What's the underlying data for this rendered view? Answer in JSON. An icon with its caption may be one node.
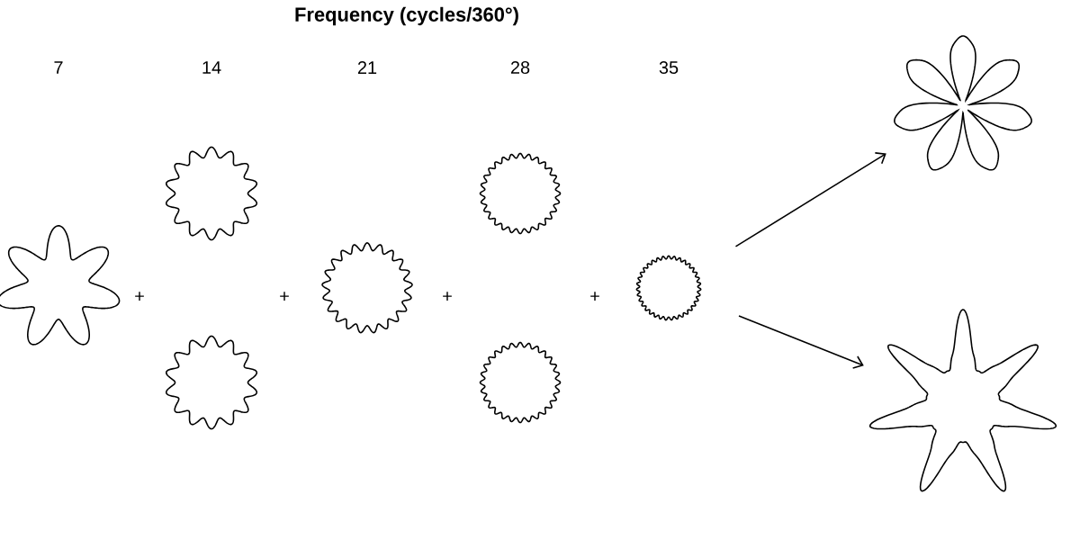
{
  "diagram": {
    "title": "Frequency (cycles/360°)",
    "nodes": [
      {
        "text": [],
        "shape": "picture"
      },
      {
        "text": [],
        "shape": "picture"
      },
      {
        "text": [],
        "shape": "picture"
      },
      {
        "text": [],
        "shape": "picture"
      },
      {
        "text": [],
        "shape": "picture"
      },
      {
        "text": [],
        "shape": "picture"
      },
      {
        "text": [],
        "shape": "picture"
      },
      {
        "text": [],
        "shape": "picture"
      },
      {
        "text": [],
        "shape": "picture"
      }
    ],
    "edges": [
      {
        "from": 6,
        "to": 7,
        "arrow": "to"
      },
      {
        "from": 6,
        "to": 8,
        "arrow": "to"
      }
    ],
    "labels": [
      "7",
      "14",
      "21",
      "28",
      "35",
      "+",
      "+",
      "+",
      "+"
    ]
  }
}
